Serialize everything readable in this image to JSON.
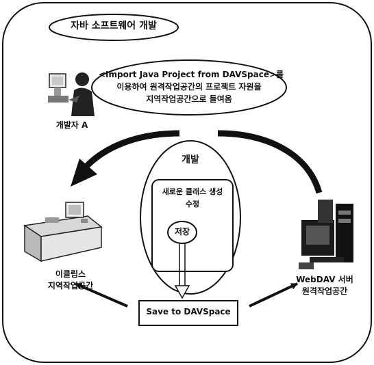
{
  "title": "자바 소프트웨어 개발",
  "developer": {
    "speech": {
      "line1": "<Import Java Project from DAVSpace>를",
      "line2": "이용하여 원격작업공간의 프로젝트 자원을",
      "line3": "지역작업공간으로 들여옴"
    },
    "label": "개발자 A",
    "icon": "person-at-computer-icon"
  },
  "center": {
    "outer_label": "개발",
    "inner_line1": "새로운 클래스 생성",
    "inner_line2": "수정",
    "save_label": "저장"
  },
  "local": {
    "line1": "이클립스",
    "line2": "지역작업공간",
    "icon": "desktop-computer-icon"
  },
  "remote": {
    "line1": "WebDAV 서버",
    "line2": "원격작업공간",
    "icon": "server-equipment-icon"
  },
  "save_box": "Save to DAVSpace",
  "colors": {
    "line": "#111111",
    "background": "#ffffff",
    "shade": "#d8d8d8"
  }
}
